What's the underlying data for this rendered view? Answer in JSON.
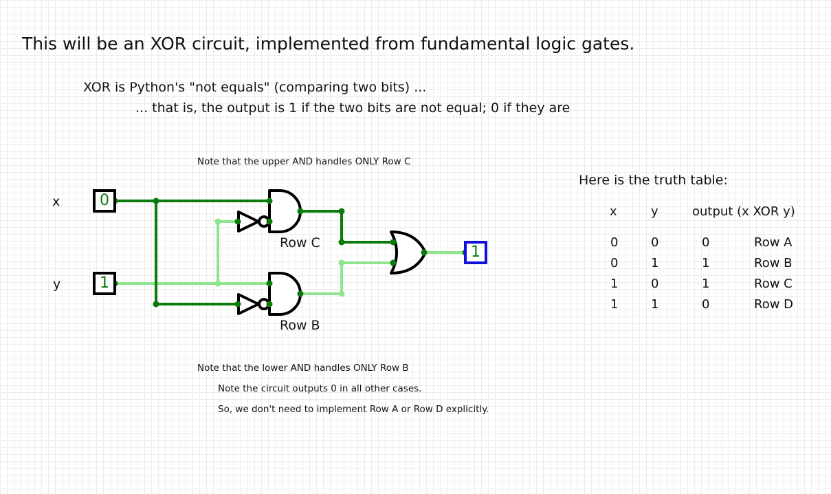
{
  "title": "This will be an XOR circuit, implemented from fundamental logic gates.",
  "subtitle_1": "XOR is Python's \"not equals\" (comparing two bits) ...",
  "subtitle_2": "... that is, the output is 1 if the two bits are not equal; 0 if they are",
  "notes": {
    "upper_and": "Note that the upper AND handles ONLY Row C",
    "lower_and": "Note that the lower AND handles ONLY Row B",
    "other_cases": "Note the circuit outputs 0 in all other cases.",
    "no_need": "So, we don't need to implement Row A or Row D explicitly."
  },
  "inputs": {
    "x": {
      "label": "x",
      "value": "0"
    },
    "y": {
      "label": "y",
      "value": "1"
    }
  },
  "output": {
    "value": "1"
  },
  "gate_labels": {
    "upper": "Row C",
    "lower": "Row B"
  },
  "truth_table": {
    "title": "Here is the truth table:",
    "headers": [
      "x",
      "y",
      "output (x XOR y)"
    ],
    "rows": [
      {
        "x": "0",
        "y": "0",
        "out": "0",
        "name": "Row A"
      },
      {
        "x": "0",
        "y": "1",
        "out": "1",
        "name": "Row B"
      },
      {
        "x": "1",
        "y": "0",
        "out": "1",
        "name": "Row C"
      },
      {
        "x": "1",
        "y": "1",
        "out": "0",
        "name": "Row D"
      }
    ]
  },
  "colors": {
    "wire_high": "#8fe68f",
    "wire_low": "#0a7a0a",
    "output_pin": "#1010dd"
  }
}
